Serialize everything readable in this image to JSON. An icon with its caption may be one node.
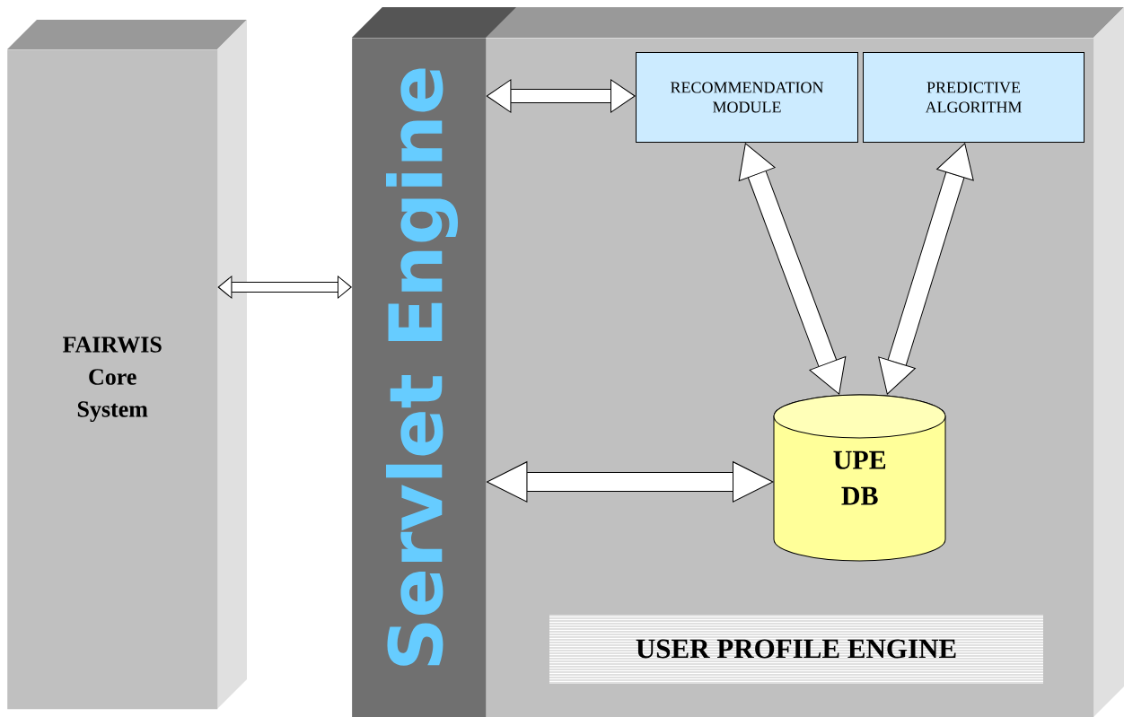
{
  "diagram": {
    "nodes": [
      {
        "text": [
          "FAIRWIS Core System"
        ]
      },
      {
        "text": [
          "USER PROFILE ENGINE"
        ]
      },
      {
        "text": [
          "Servlet Engine"
        ],
        "in": 1
      },
      {
        "text": [
          "RECOMMENDATION MODULE"
        ],
        "in": 1
      },
      {
        "text": [
          "PREDICTIVE ALGORITHM"
        ],
        "in": 1
      },
      {
        "text": [
          "UPE DB"
        ],
        "in": 1
      }
    ],
    "edges": [
      {
        "from": 0,
        "to": 2,
        "arrow": "both"
      },
      {
        "from": 2,
        "to": 3,
        "arrow": "both"
      },
      {
        "from": 3,
        "to": 5,
        "arrow": "both"
      },
      {
        "from": 4,
        "to": 5,
        "arrow": "both"
      },
      {
        "from": 2,
        "to": 5,
        "arrow": "both"
      }
    ]
  }
}
